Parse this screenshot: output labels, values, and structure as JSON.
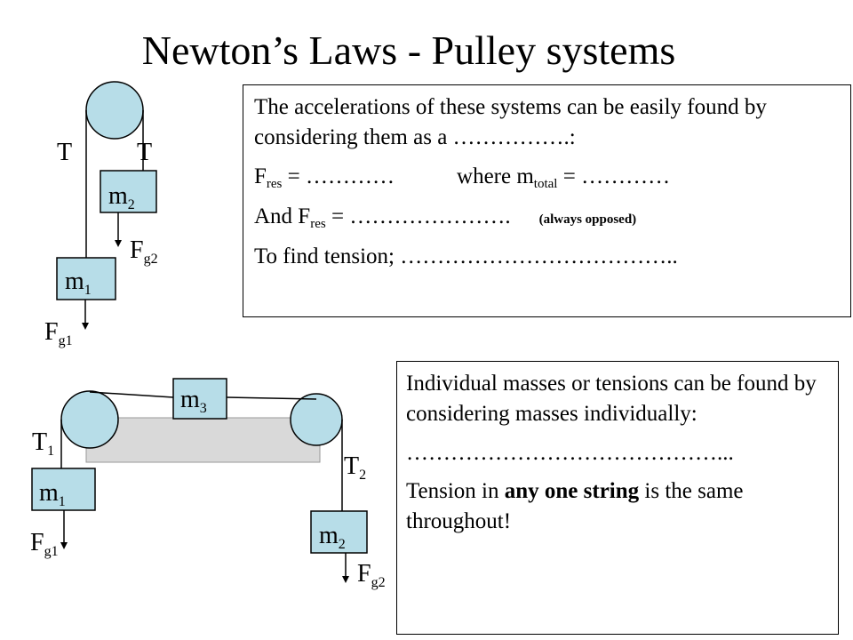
{
  "title": "Newton’s Laws - Pulley systems",
  "diagram1": {
    "tension_left": "T",
    "tension_right": "T",
    "mass_top": "m",
    "mass_top_sub": "2",
    "mass_bottom": "m",
    "mass_bottom_sub": "1",
    "force2": "F",
    "force2_sub": "g2",
    "force1": "F",
    "force1_sub": "g1"
  },
  "diagram2": {
    "mass_table": "m",
    "mass_table_sub": "3",
    "tension1": "T",
    "tension1_sub": "1",
    "tension2": "T",
    "tension2_sub": "2",
    "mass_left": "m",
    "mass_left_sub": "1",
    "mass_right": "m",
    "mass_right_sub": "2",
    "force1": "F",
    "force1_sub": "g1",
    "force2": "F",
    "force2_sub": "g2"
  },
  "box1": {
    "line1": "The accelerations of these systems can be easily found by considering them as a …………….:",
    "fres_a": "F",
    "fres_sub": "res",
    "fres_b": " = …………",
    "where_a": "where  m",
    "where_sub": "total",
    "where_b": " = …………",
    "and_a": "And F",
    "and_sub": "res",
    "and_b": " = ………………….",
    "note": "(always opposed)",
    "tension_line": "To find tension;  ……………………………….."
  },
  "box2": {
    "line1": "Individual masses or tensions can be found by considering masses individually:",
    "dots": "……………………………………...",
    "t_a": "Tension in ",
    "t_bold": "any one string",
    "t_b": " is the same throughout!"
  },
  "colors": {
    "pulley": "#b7dde8",
    "table": "#d9d9d9",
    "line": "#000000"
  }
}
